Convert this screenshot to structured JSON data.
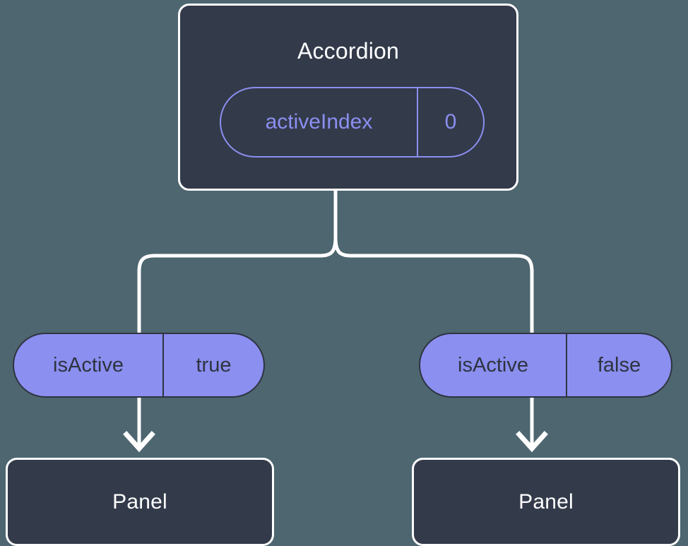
{
  "diagram": {
    "type": "component-state-tree",
    "background_color": "#4d6670",
    "accent_color": "#8b8ff0",
    "node_color": "#333a4a",
    "stroke_color": "#ffffff",
    "root": {
      "title": "Accordion",
      "prop": {
        "key": "activeIndex",
        "value": "0"
      }
    },
    "branches": [
      {
        "prop": {
          "key": "isActive",
          "value": "true"
        },
        "child": {
          "title": "Panel"
        }
      },
      {
        "prop": {
          "key": "isActive",
          "value": "false"
        },
        "child": {
          "title": "Panel"
        }
      }
    ]
  }
}
